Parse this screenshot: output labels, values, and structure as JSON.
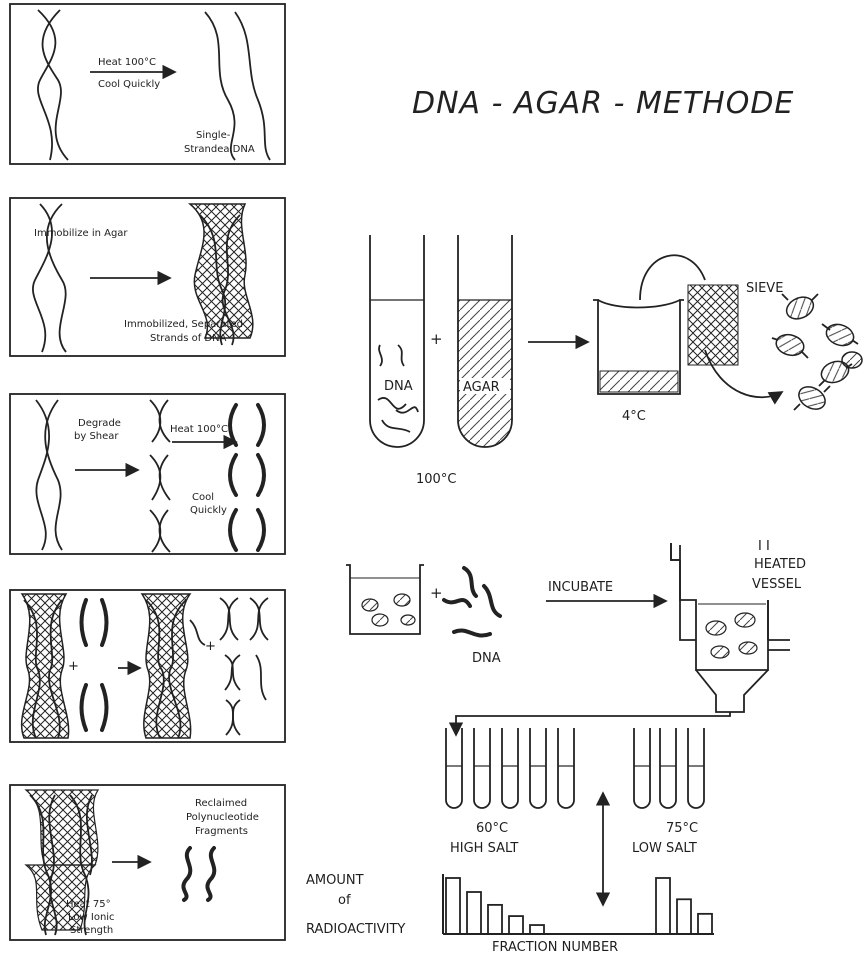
{
  "title": "DNA - AGAR - METHODE",
  "panels": {
    "p1": {
      "arrow_top": "Heat 100°C",
      "arrow_bottom": "Cool Quickly",
      "result_line1": "Single-",
      "result_line2": "Strandea DNA"
    },
    "p2": {
      "label": "Immobilize in Agar",
      "result_line1": "Immobilized, Separated",
      "result_line2": "Strands of DNA"
    },
    "p3": {
      "label_line1": "Degrade",
      "label_line2": "by Shear",
      "heat": "Heat 100°C",
      "cool_line1": "Cool",
      "cool_line2": "Quickly"
    },
    "p4": {
      "plus": "+"
    },
    "p5": {
      "label_line1": "Reclaimed",
      "label_line2": "Polynucleotide",
      "label_line3": "Fragments",
      "heat_line1": "Heat 75°",
      "heat_line2": "Low Ionic",
      "heat_line3": "Strength"
    }
  },
  "tubes": {
    "dna": "DNA",
    "agar": "AGAR",
    "temp": "100°C",
    "plus": "+"
  },
  "beaker": {
    "temp": "4°C"
  },
  "sieve": "SIEVE",
  "incubate": {
    "plus": "+",
    "dna": "DNA",
    "label": "INCUBATE",
    "vessel_line1": "HEATED",
    "vessel_line2": "VESSEL"
  },
  "fractions": {
    "high_temp": "60°C",
    "high_salt": "HIGH SALT",
    "low_temp": "75°C",
    "low_salt": "LOW SALT"
  },
  "histogram": {
    "ylabel_line1": "AMOUNT",
    "ylabel_line2": "of",
    "ylabel_line3": "RADIOACTIVITY",
    "xlabel": "FRACTION NUMBER",
    "values": [
      10,
      7.5,
      5.2,
      3.2,
      1.6,
      0,
      0,
      0,
      0,
      0,
      10,
      6.2,
      3.6
    ]
  }
}
